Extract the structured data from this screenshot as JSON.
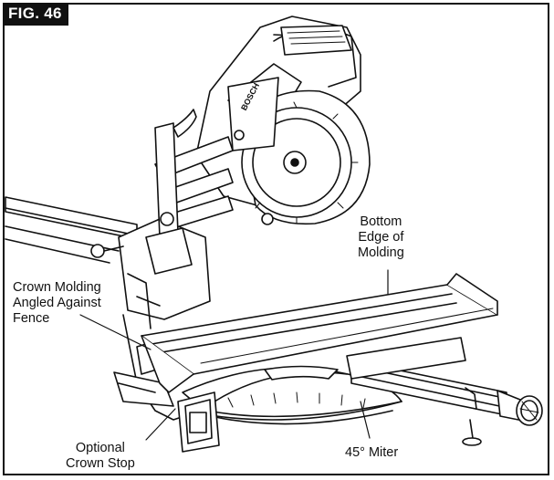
{
  "figure": {
    "label": "FIG. 46",
    "callouts": {
      "bottom_edge": {
        "lines": [
          "Bottom",
          "Edge of",
          "Molding"
        ]
      },
      "crown_angled": {
        "lines": [
          "Crown Molding",
          "Angled Against",
          "Fence"
        ]
      },
      "optional_stop": {
        "lines": [
          "Optional",
          "Crown Stop"
        ]
      },
      "miter": {
        "lines": [
          "45° Miter"
        ]
      }
    },
    "saw_brand": "BOSCH"
  }
}
